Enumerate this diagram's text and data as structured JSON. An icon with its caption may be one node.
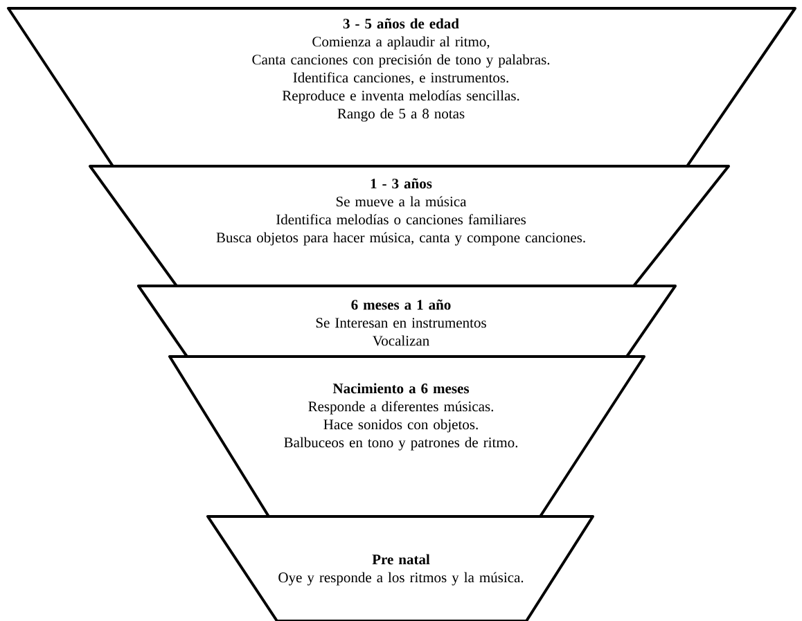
{
  "diagram": {
    "nodes": [
      {
        "text": [
          "3 - 5 años de edad",
          "Comienza a aplaudir al ritmo,",
          "Canta canciones con precisión de tono y palabras.",
          "Identifica canciones, e instrumentos.",
          "Reproduce e inventa melodías sencillas.",
          "Rango de 5 a 8 notas"
        ]
      },
      {
        "text": [
          "1 - 3 años",
          "Se mueve a la música",
          "Identifica melodías o canciones familiares",
          "Busca objetos para hacer música, canta y compone canciones."
        ]
      },
      {
        "text": [
          "6 meses a 1 año",
          "Se Interesan en instrumentos",
          "Vocalizan"
        ]
      },
      {
        "text": [
          "Nacimiento a 6 meses",
          "Responde a diferentes músicas.",
          "Hace sonidos con objetos.",
          "Balbuceos en tono y patrones de ritmo."
        ]
      },
      {
        "text": [
          "Pre natal",
          "Oye y responde a los ritmos y la música."
        ]
      }
    ]
  }
}
